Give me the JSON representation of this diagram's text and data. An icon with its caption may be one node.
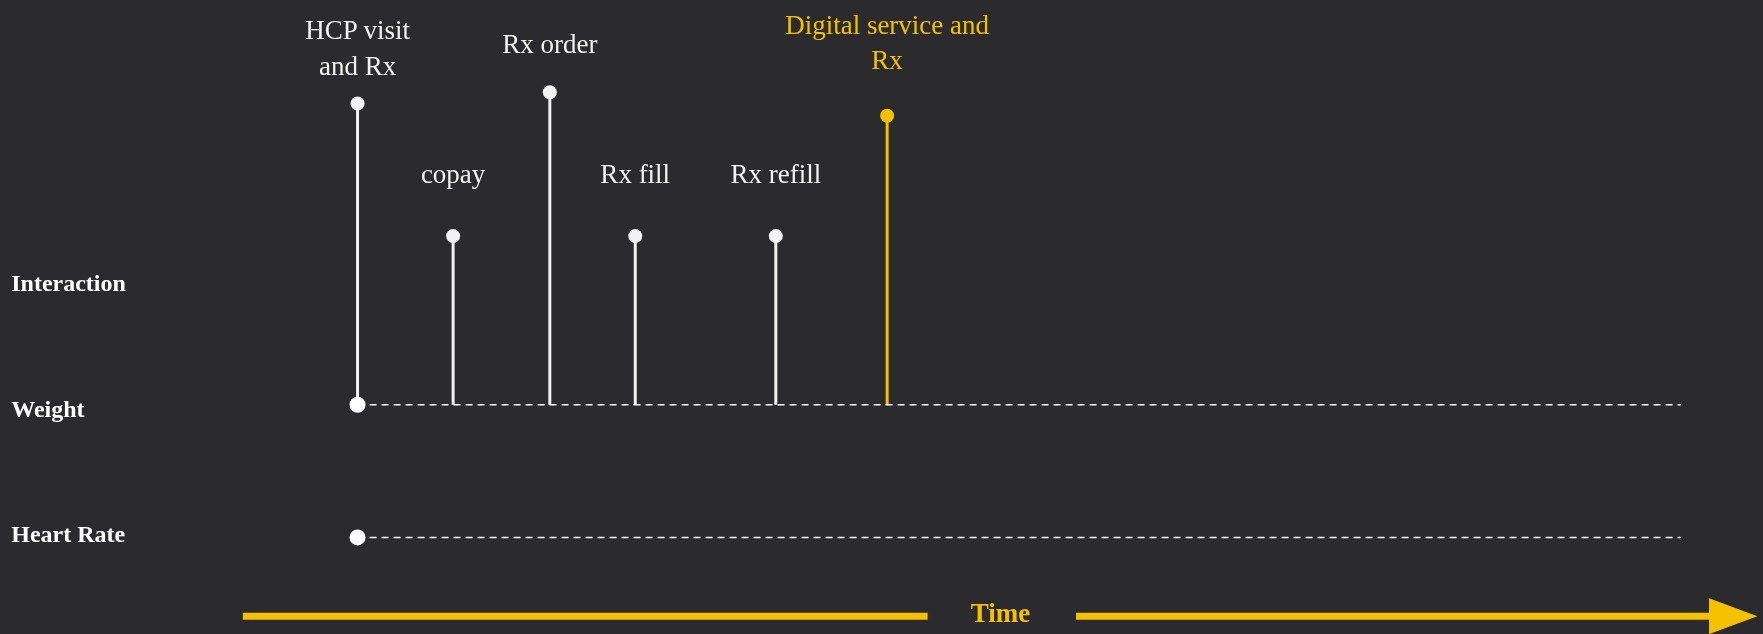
{
  "diagram": {
    "labels": [
      "HCP visit and Rx",
      "Rx order",
      "Digital service and Rx",
      "copay",
      "Rx fill",
      "Rx refill",
      "Interaction",
      "Weight",
      "Heart Rate",
      "Time"
    ]
  }
}
